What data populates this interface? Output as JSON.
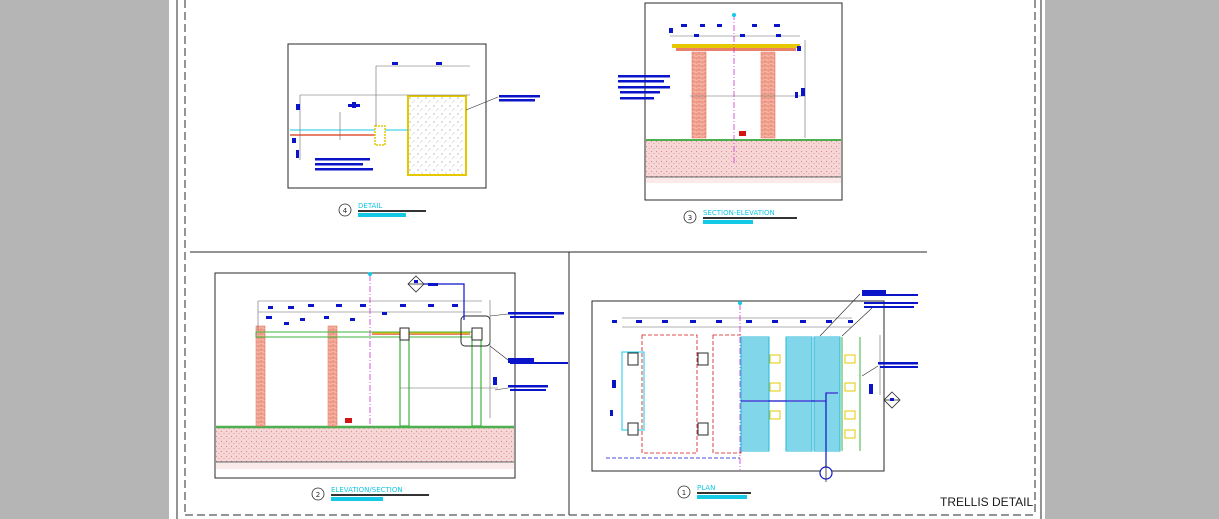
{
  "drawing": {
    "sheet_title": "TRELLIS DETAIL",
    "views": [
      {
        "number": "4",
        "title": "DETAIL"
      },
      {
        "number": "3",
        "title": "SECTION-ELEVATION"
      },
      {
        "number": "2",
        "title": "ELEVATION/SECTION"
      },
      {
        "number": "1",
        "title": "PLAN"
      }
    ]
  },
  "colors": {
    "background_gutter": "#b5b5b5",
    "sheet": "#ffffff",
    "line": "#2a2a2a",
    "annotation_blue": "#0a14c8",
    "title_cyan": "#14c8e6",
    "brick": "#e8806a",
    "ground": "#f2c6c6",
    "grass": "#4caf50",
    "beam_green": "#3cb43c",
    "timber_yellow": "#e6c800",
    "section_magenta": "#d030d0",
    "hatch_cyan": "#23b7d9",
    "red_marker": "#d41414"
  }
}
